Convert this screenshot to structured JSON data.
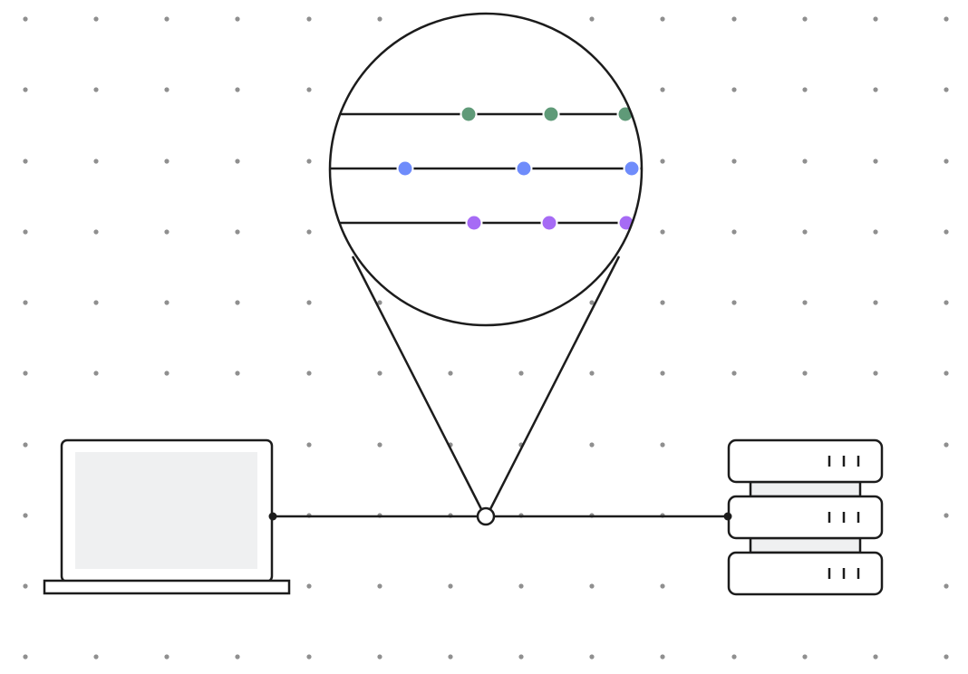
{
  "diagram": {
    "kind": "network-connection-zoom",
    "icons": {
      "client": "laptop-icon",
      "server": "server-stack-icon",
      "junction": "connection-junction",
      "magnifier": "magnifier-circle"
    },
    "colors": {
      "background": "#ffffff",
      "grid_dot": "#8f8f8f",
      "stroke": "#1c1c1c",
      "screen_fill": "#eff0f1",
      "server_gap_fill": "#eff0f1"
    },
    "streams": [
      {
        "color": "#5f9a78",
        "packets": 3
      },
      {
        "color": "#6f8cfb",
        "packets": 3
      },
      {
        "color": "#a66bf5",
        "packets": 3
      }
    ],
    "server_units": 3,
    "server_unit_ticks": 3
  }
}
